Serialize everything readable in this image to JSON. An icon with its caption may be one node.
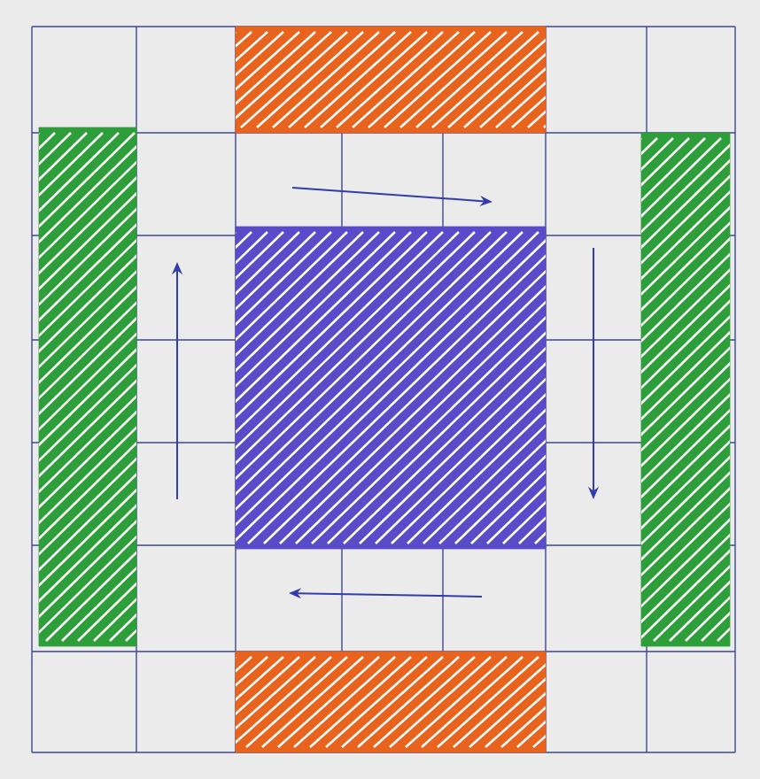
{
  "diagram": {
    "nodes": [
      {
        "text": [],
        "shape": "box"
      },
      {
        "text": [],
        "shape": "box"
      },
      {
        "text": [],
        "shape": "box"
      },
      {
        "text": [],
        "shape": "box"
      },
      {
        "text": [],
        "shape": "box"
      }
    ]
  }
}
